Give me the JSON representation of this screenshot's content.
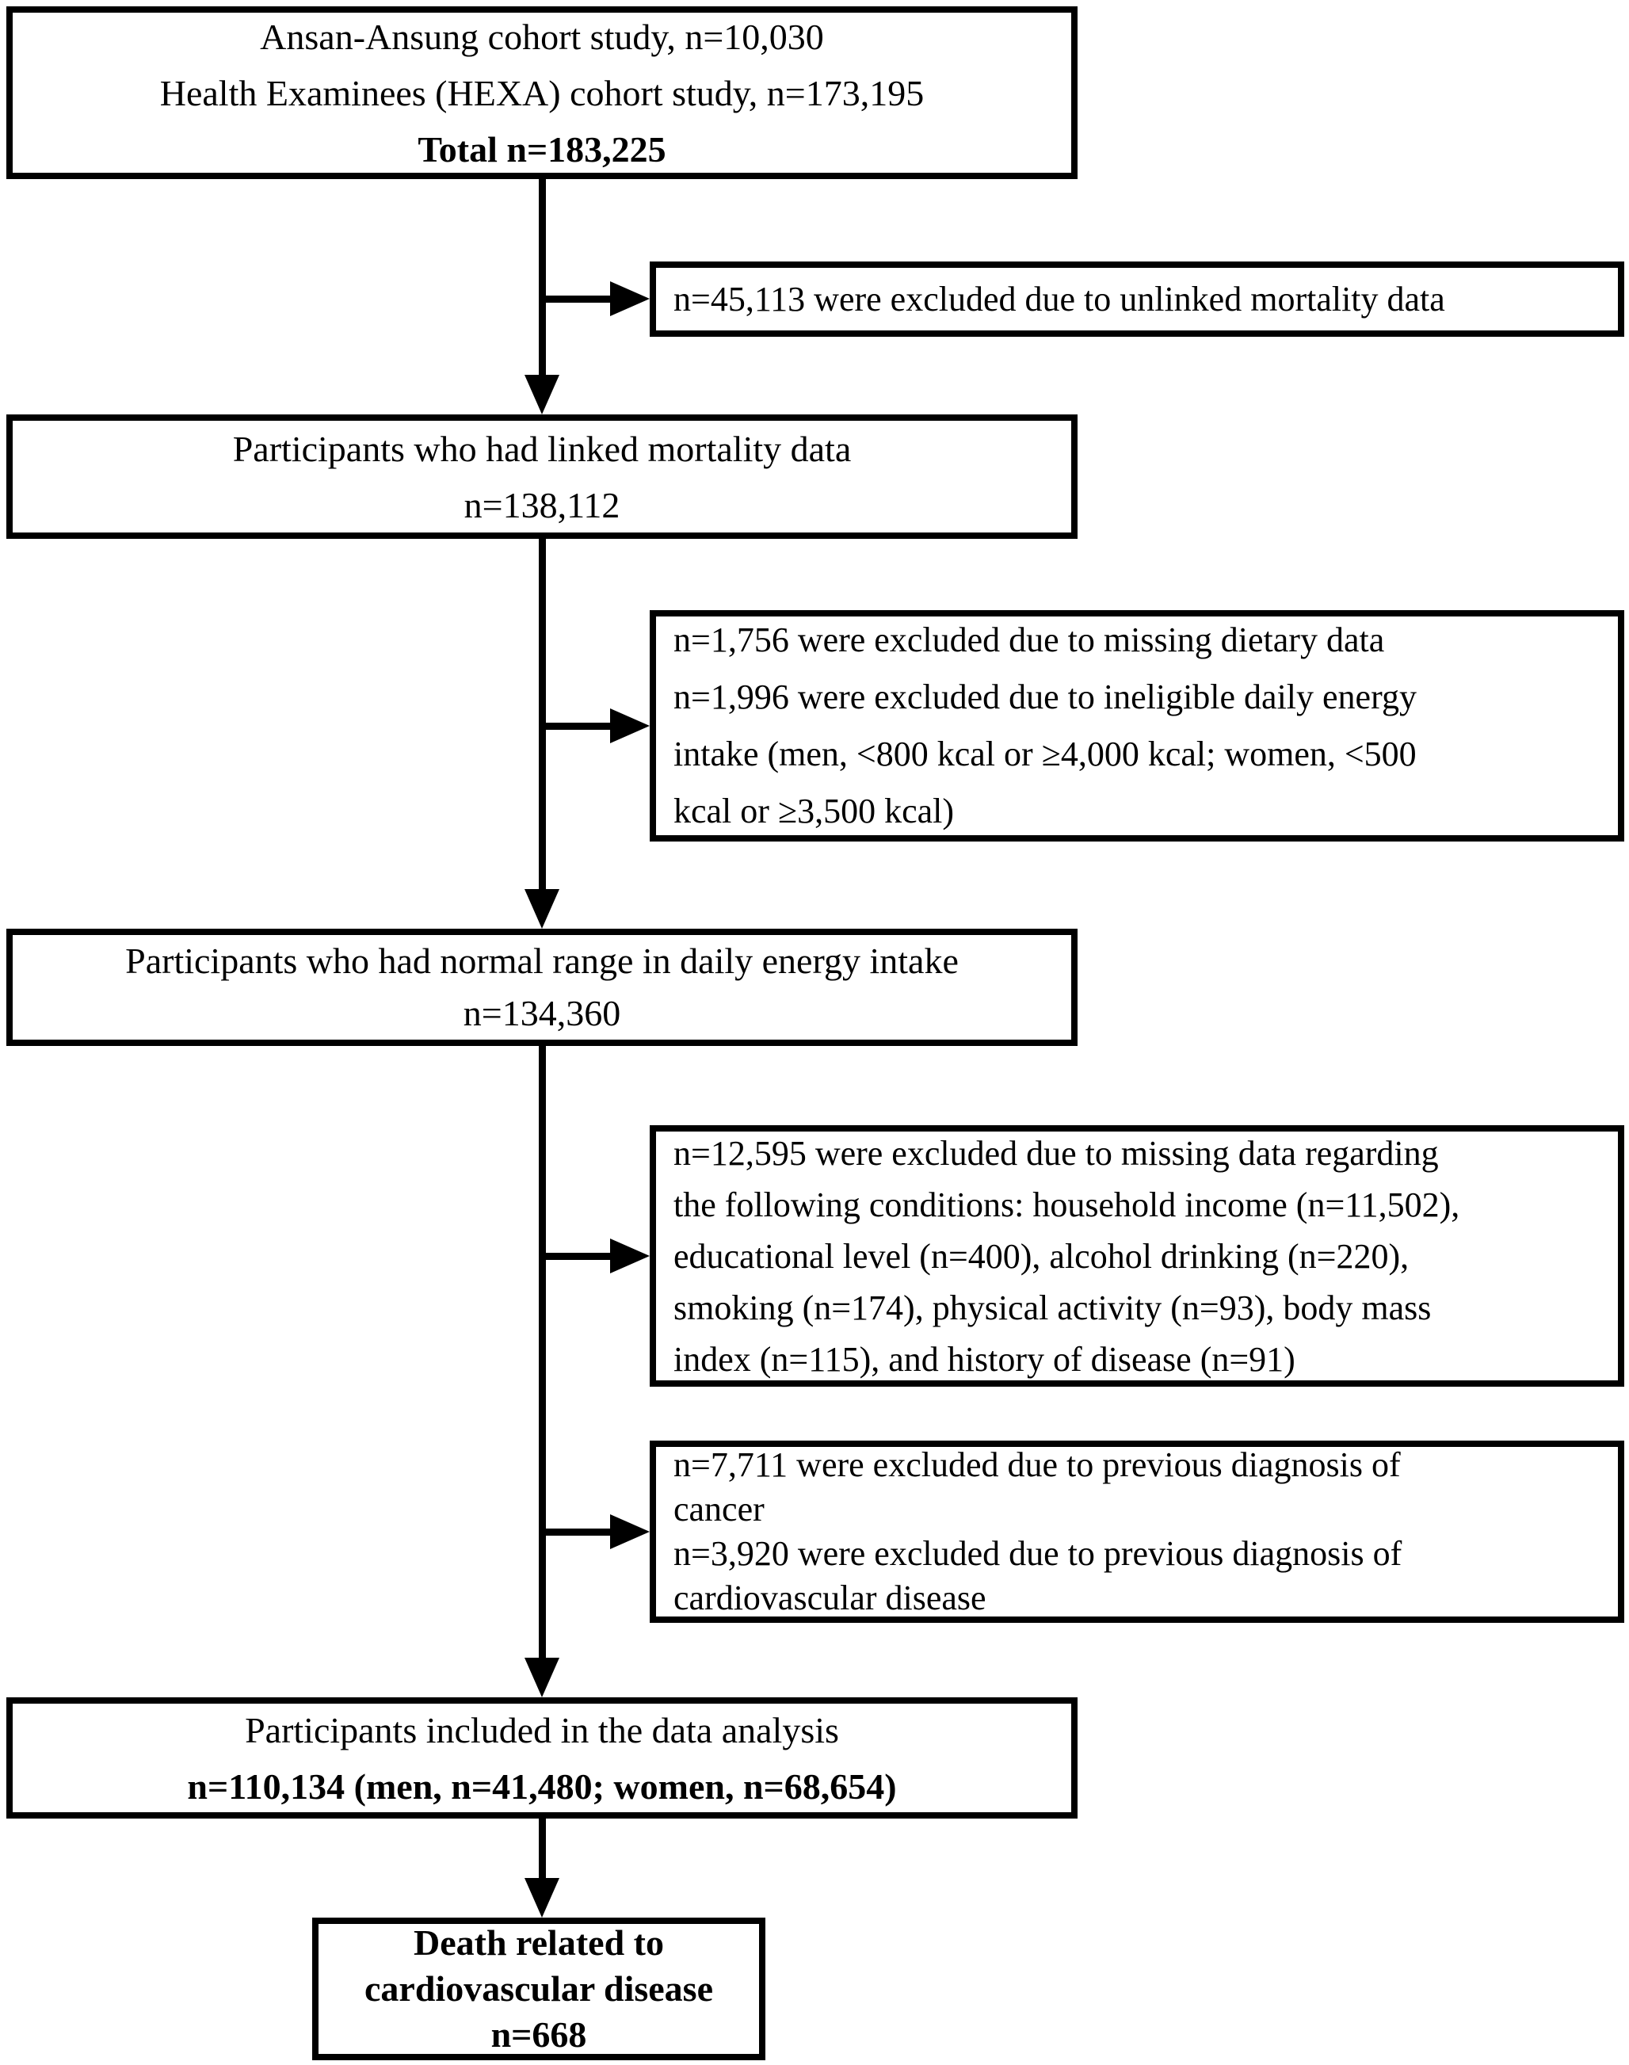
{
  "figure": {
    "colors": {
      "line": "#000000",
      "background": "#ffffff",
      "text": "#000000"
    },
    "nodes": [
      {
        "id": "cohort-total",
        "lines": [
          "Ansan-Ansung cohort study, n=10,030",
          "Health Examinees (HEXA) cohort study, n=173,195",
          "Total n=183,225"
        ]
      },
      {
        "id": "linked-mortality",
        "lines": [
          "Participants who had linked mortality data",
          "n=138,112"
        ]
      },
      {
        "id": "normal-energy-intake",
        "lines": [
          "Participants who had normal range in daily energy intake",
          "n=134,360"
        ]
      },
      {
        "id": "included-analysis",
        "lines": [
          "Participants included in the data analysis",
          "n=110,134 (men, n=41,480; women, n=68,654)"
        ]
      },
      {
        "id": "cvd-death",
        "lines": [
          "Death related to",
          "cardiovascular disease",
          "n=668"
        ]
      }
    ],
    "exclusions": [
      {
        "id": "unlinked-mortality",
        "lines": [
          "n=45,113 were excluded due to unlinked mortality data"
        ]
      },
      {
        "id": "dietary-energy",
        "lines": [
          "n=1,756 were excluded due to missing dietary data",
          "n=1,996 were excluded due to ineligible daily energy",
          "intake (men, <800 kcal or ≥4,000 kcal; women, <500",
          "kcal or ≥3,500 kcal)"
        ]
      },
      {
        "id": "missing-covariates",
        "lines": [
          "n=12,595 were excluded due to missing data regarding",
          "the following conditions: household income (n=11,502),",
          "educational level (n=400), alcohol drinking (n=220),",
          "smoking (n=174), physical activity (n=93), body mass",
          "index (n=115), and history of disease (n=91)"
        ]
      },
      {
        "id": "prior-disease",
        "lines": [
          "n=7,711 were excluded due to previous diagnosis of",
          "cancer",
          "n=3,920 were excluded due to previous diagnosis of",
          "cardiovascular disease"
        ]
      }
    ]
  }
}
